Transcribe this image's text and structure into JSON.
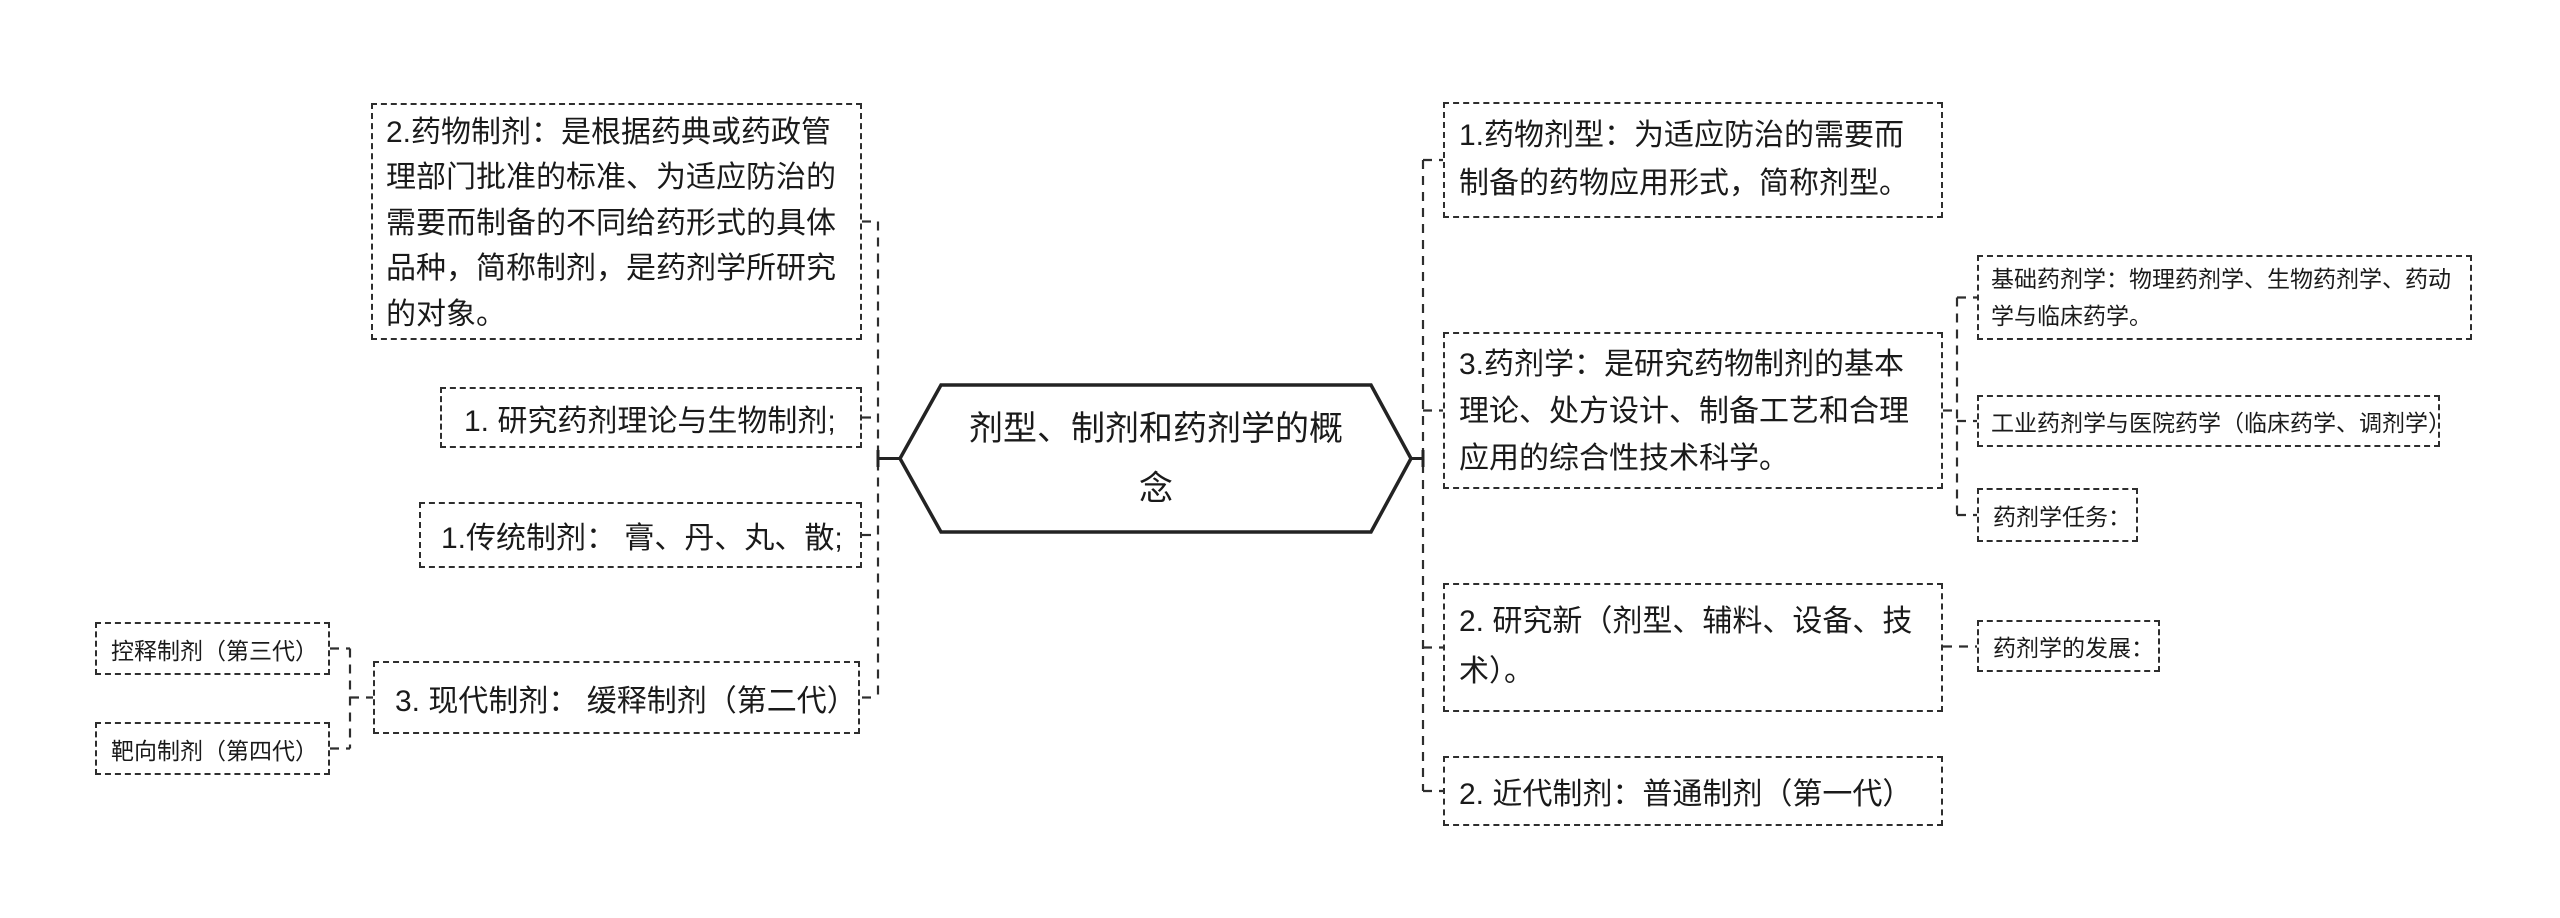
{
  "colors": {
    "background": "#ffffff",
    "border": "#2e2e2e",
    "text": "#1a1a1a"
  },
  "nodes": {
    "center": "剂型、制剂和药剂学的概\n念",
    "left": {
      "preparation": "2.药物制剂：是根据药典或药政管\n理部门批准的标准、为适应防治的\n需要而制备的不同给药形式的具体\n品种，简称制剂，是药剂学所研究\n的对象。",
      "research": "1. 研究药剂理论与生物制剂;",
      "traditional": "1.传统制剂： 膏、丹、丸、散;",
      "modern": "3. 现代制剂： 缓释制剂（第二代）",
      "controlled": "控释制剂（第三代）",
      "targeted": "靶向制剂（第四代）"
    },
    "right": {
      "dosage": "1.药物剂型：为适应防治的需要而\n制备的药物应用形式，简称剂型。",
      "pharmaceutics": "3.药剂学：是研究药物制剂的基本\n理论、处方设计、制备工艺和合理\n应用的综合性技术科学。",
      "basic": "基础药剂学：物理药剂学、生物药剂学、药动\n学与临床药学。",
      "industrial": "工业药剂学与医院药学（临床药学、调剂学）",
      "tasks": "药剂学任务：",
      "research_new": "2. 研究新（剂型、辅料、设备、技\n术）。",
      "development": "药剂学的发展：",
      "modern_era": "2. 近代制剂：普通制剂（第一代）"
    }
  }
}
